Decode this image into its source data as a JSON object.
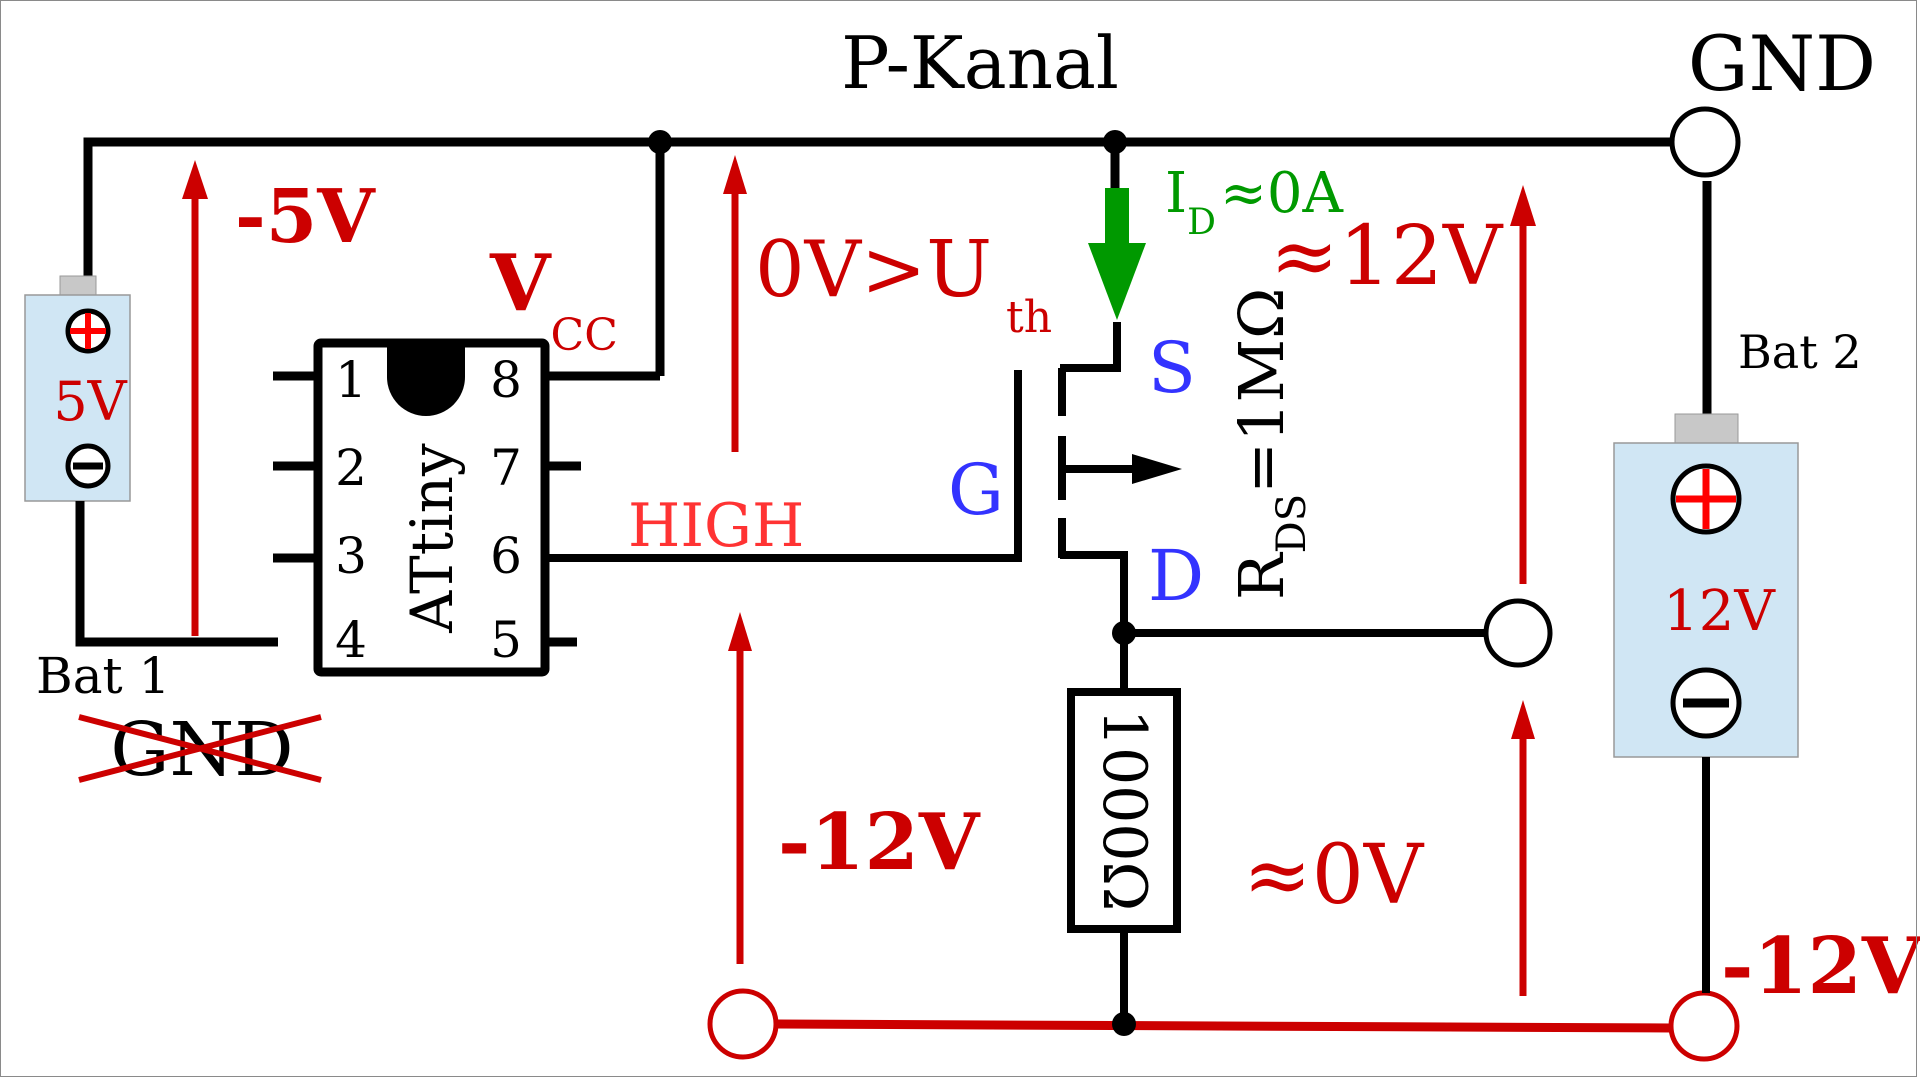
{
  "title": "P-Kanal",
  "colors": {
    "wire": "#000000",
    "voltage": "#cc0000",
    "high": "#ff3333",
    "current": "#009900",
    "terminal": "#3333ff",
    "battery_fill": "#d0e6f4",
    "battery_cap": "#c8c8c8",
    "plus_sign": "#ff0000"
  },
  "labels": {
    "gnd_top": "GND",
    "bat1": "Bat 1",
    "bat1_gnd_crossed": "GND",
    "bat2": "Bat 2",
    "bottom_right_voltage": "-12V"
  },
  "battery1": {
    "voltage": "5V",
    "plus_icon": "plus-icon",
    "minus_icon": "minus-icon"
  },
  "battery2": {
    "voltage": "12V",
    "plus_icon": "plus-icon",
    "minus_icon": "minus-icon"
  },
  "ic": {
    "name": "ATtiny",
    "pins_left": [
      "1",
      "2",
      "3",
      "4"
    ],
    "pins_right": [
      "8",
      "7",
      "6",
      "5"
    ],
    "vcc_label": {
      "main": "V",
      "sub": "CC"
    }
  },
  "mosfet": {
    "gate": "G",
    "source": "S",
    "drain": "D",
    "rds": {
      "main": "R",
      "sub": "DS",
      "value": "=1MΩ"
    },
    "current": {
      "main": "I",
      "sub": "D",
      "value": "≈0A"
    }
  },
  "voltages": {
    "bat1_arrow": "-5V",
    "gate_source": {
      "main": "0V>U",
      "sub": "th"
    },
    "high": "HIGH",
    "ds": "≈12V",
    "left_bottom": "-12V",
    "load": "≈0V"
  },
  "resistor": {
    "value": "1000Ω"
  }
}
